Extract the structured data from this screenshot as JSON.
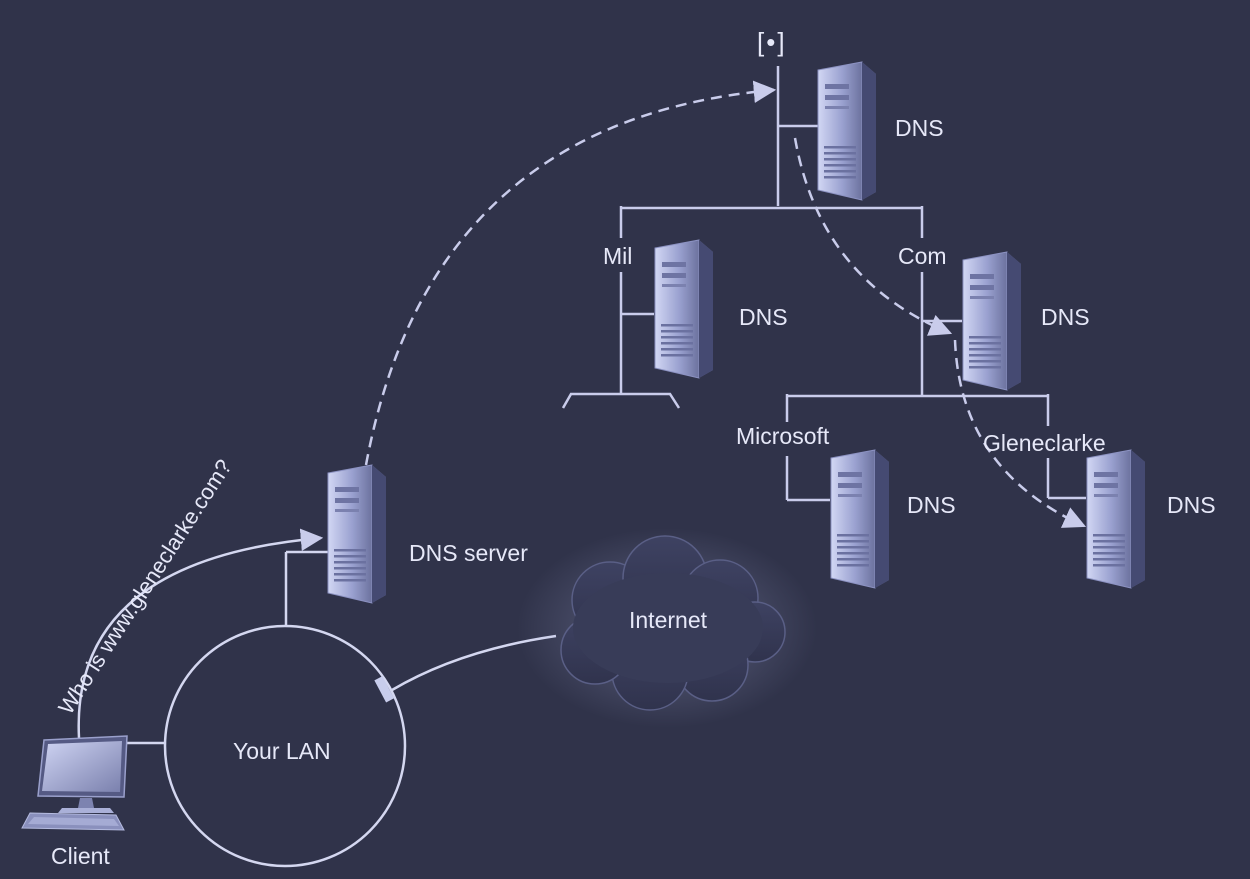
{
  "diagram": {
    "root_symbol": "[•]",
    "nodes": {
      "root_dns": "DNS",
      "mil_label": "Mil",
      "mil_dns": "DNS",
      "com_label": "Com",
      "com_dns": "DNS",
      "microsoft_label": "Microsoft",
      "microsoft_dns": "DNS",
      "gleneclarke_label": "Gleneclarke",
      "gleneclarke_dns": "DNS",
      "local_dns": "DNS server",
      "internet": "Internet",
      "lan": "Your LAN",
      "client": "Client"
    },
    "query": "Who is www.gleneclarke.com?",
    "icons": {
      "server": "server-tower-icon",
      "monitor": "monitor-icon",
      "keyboard": "keyboard-icon",
      "cloud": "cloud-icon"
    },
    "colors": {
      "background": "#30334a",
      "line": "#c9cceb",
      "text": "#e6e8f8",
      "server_light": "#bfc5ea",
      "server_dark": "#5d6391"
    }
  }
}
